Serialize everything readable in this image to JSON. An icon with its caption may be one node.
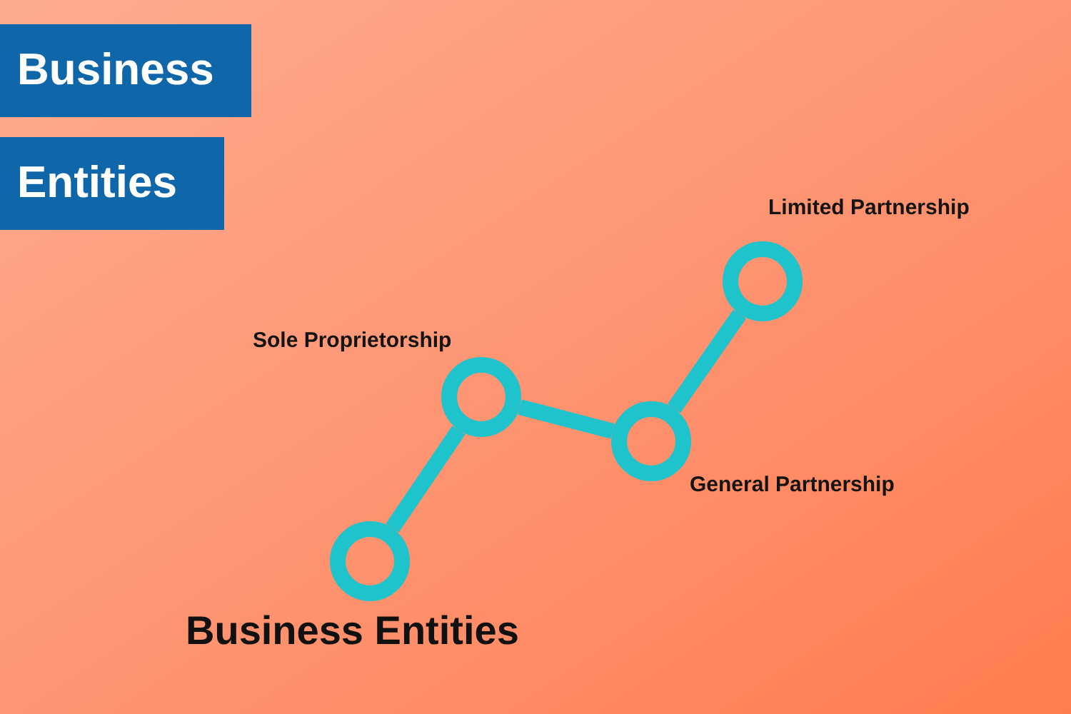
{
  "diagram": {
    "nodes": [
      {
        "text": [
          "Business"
        ]
      },
      {
        "text": [
          "Entities"
        ]
      },
      {
        "text": [],
        "shape": "circle",
        "beside": [
          "Business Entities"
        ]
      },
      {
        "text": [],
        "shape": "circle",
        "beside": [
          "Sole Proprietorship"
        ]
      },
      {
        "text": [],
        "shape": "circle",
        "beside": [
          "General Partnership"
        ]
      },
      {
        "text": [],
        "shape": "circle",
        "beside": [
          "Limited Partnership"
        ]
      }
    ],
    "edges": [
      {
        "from": 2,
        "to": 3,
        "arrow": "none"
      },
      {
        "from": 3,
        "to": 4,
        "arrow": "none"
      },
      {
        "from": 4,
        "to": 5,
        "arrow": "none"
      }
    ]
  }
}
